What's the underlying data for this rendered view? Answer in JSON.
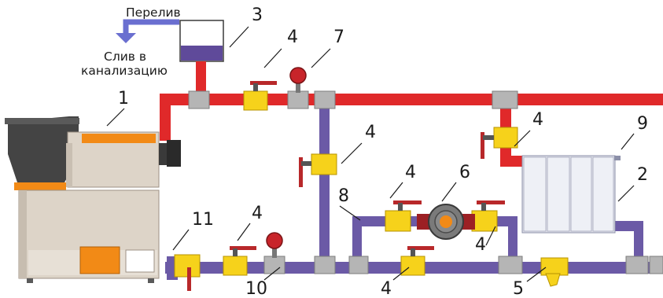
{
  "texts": {
    "overflow": "Перелив",
    "drain_line1": "Слив в",
    "drain_line2": "канализацию"
  },
  "labels": {
    "boiler": "1",
    "radiator": "2",
    "expansion_tank": "3",
    "valve": "4",
    "filter": "5",
    "pump": "6",
    "pressure_gauge_top": "7",
    "bypass": "8",
    "air_vent": "9",
    "pressure_gauge_bottom": "10",
    "boiler_valve": "11"
  },
  "colors": {
    "supply": "#e0292a",
    "return": "#6b5aa6",
    "fitting": "#b5b5b5",
    "valve_body": "#f6d21b",
    "handle": "#b8282a",
    "radiator": "#e3e4ec",
    "boiler_body": "#ddd4c8",
    "hopper": "#444444",
    "accent": "#f28a16",
    "overflow_pipe": "#6a6fd0"
  }
}
